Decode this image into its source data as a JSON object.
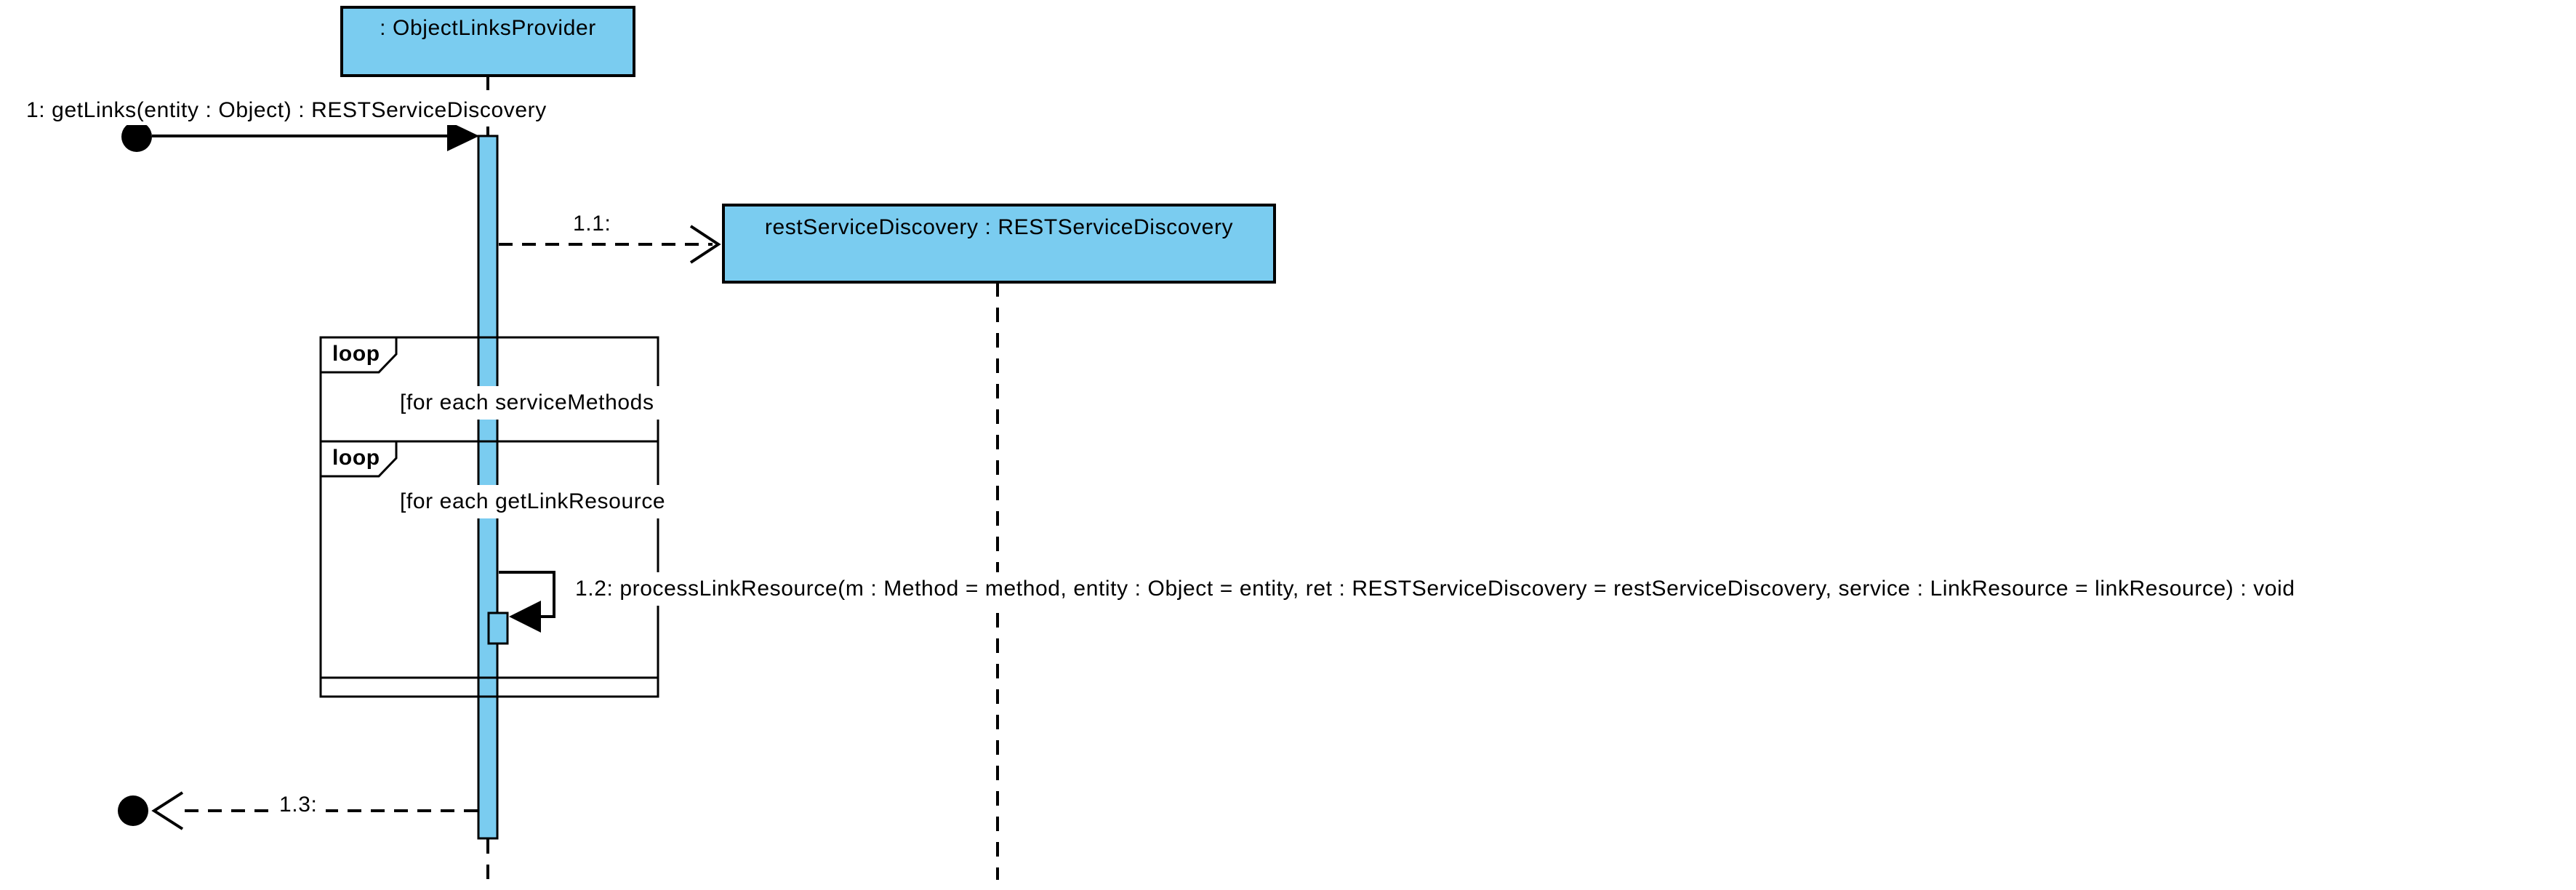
{
  "diagram": {
    "kind": "uml-sequence-diagram",
    "colors": {
      "background": "#FFFFFF",
      "lifeline_fill": "#7ACCF0",
      "line": "#000000",
      "text": "#000000"
    },
    "lifelines": [
      {
        "label": ": ObjectLinksProvider"
      },
      {
        "label": "restServiceDiscovery : RESTServiceDiscovery"
      }
    ],
    "fragments": [
      {
        "operator": "loop",
        "guard": "[for each serviceMethods"
      },
      {
        "operator": "loop",
        "guard": "[for each getLinkResource"
      }
    ],
    "messages": [
      {
        "kind": "found message",
        "label": "1: getLinks(entity : Object) : RESTServiceDiscovery"
      },
      {
        "kind": "create message",
        "label": "1.1:"
      },
      {
        "kind": "self message",
        "label": "1.2: processLinkResource(m : Method = method, entity : Object = entity, ret : RESTServiceDiscovery = restServiceDiscovery, service : LinkResource = linkResource) : void"
      },
      {
        "kind": "return message",
        "label": "1.3:"
      }
    ]
  }
}
